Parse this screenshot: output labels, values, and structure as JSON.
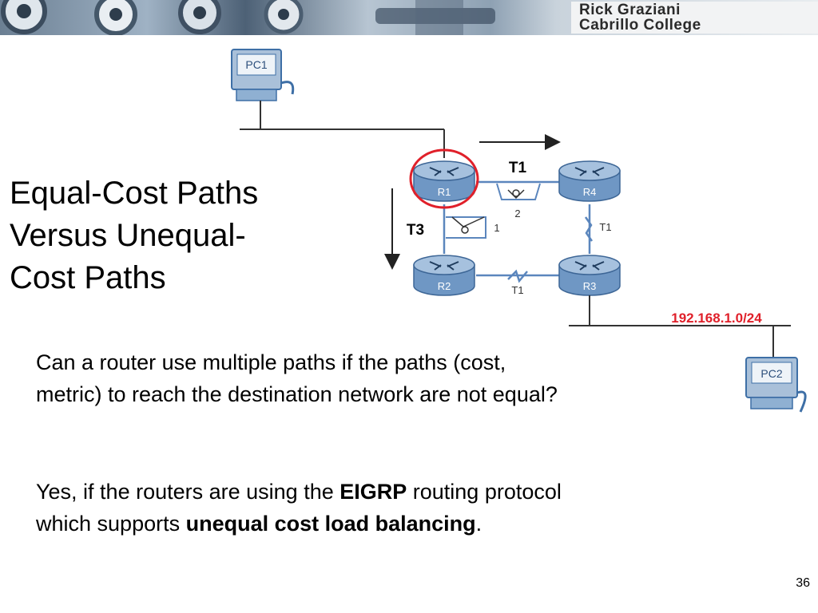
{
  "header": {
    "author": "Rick Graziani",
    "institution": "Cabrillo College"
  },
  "title_lines": [
    "Equal-Cost Paths",
    "Versus Unequal-",
    "Cost Paths"
  ],
  "diagram": {
    "devices": {
      "pc1": "PC1",
      "pc2": "PC2",
      "r1": "R1",
      "r2": "R2",
      "r3": "R3",
      "r4": "R4"
    },
    "links": {
      "r1_r4_type": "T1",
      "r1_r4_num": "2",
      "r1_r2_type": "T3",
      "r1_r2_num": "1",
      "r4_r3_type": "T1",
      "r2_r3_type": "T1"
    },
    "network": "192.168.1.0/24",
    "colors": {
      "router": "#6f97c4",
      "highlight": "#e0202a",
      "network_label": "#e0202a",
      "link": "#5b86bd"
    }
  },
  "question": "Can a router use multiple paths if the paths (cost, metric) to reach the destination network are not equal?",
  "answer": {
    "part1": "Yes, if the routers are using the ",
    "bold1": "EIGRP",
    "part2": " routing protocol which supports ",
    "bold2": "unequal cost load balancing",
    "part3": "."
  },
  "page_number": "36"
}
